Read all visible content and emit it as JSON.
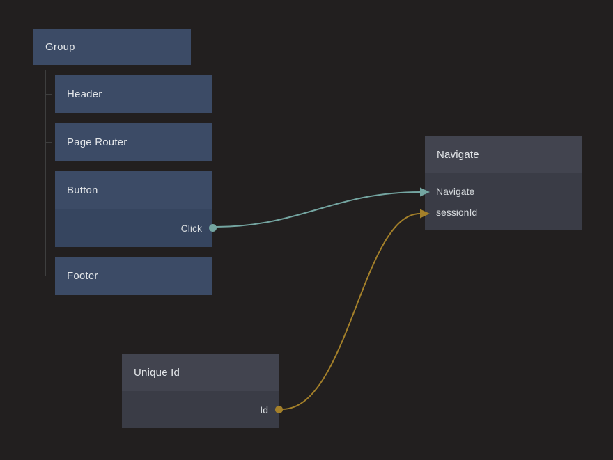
{
  "canvas": {
    "bg": "#221f1f"
  },
  "colors": {
    "node_blue_header": "#3c4b66",
    "node_blue_body": "#36455f",
    "node_gray_header": "#42444f",
    "node_gray_body": "#3a3c46",
    "gray_divider": "#33353e",
    "signal": "#74a5a1",
    "data": "#a4802a",
    "tree_line": "#3e3e3e",
    "title_text": "#e3e6e9",
    "port_text": "#d6dadd"
  },
  "tree": {
    "group": {
      "title": "Group"
    },
    "header": {
      "title": "Header"
    },
    "page_router": {
      "title": "Page Router"
    },
    "button": {
      "title": "Button",
      "output": {
        "label": "Click"
      }
    },
    "footer": {
      "title": "Footer"
    }
  },
  "navigate": {
    "title": "Navigate",
    "inputs": [
      {
        "label": "Navigate"
      },
      {
        "label": "sessionId"
      }
    ]
  },
  "unique_id": {
    "title": "Unique Id",
    "output": {
      "label": "Id"
    }
  }
}
